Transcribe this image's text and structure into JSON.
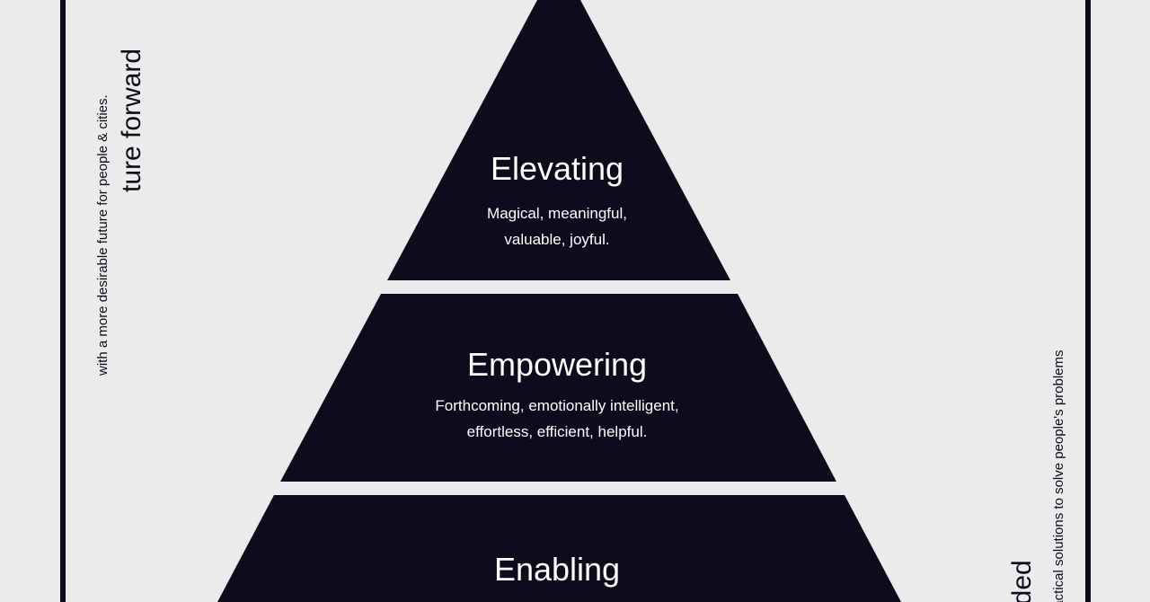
{
  "left_panel": {
    "title": "ture forward",
    "subtitle": "with a more desirable future for people & cities."
  },
  "right_panel": {
    "title": "nded",
    "subtitle": "practical solutions to solve people's problems"
  },
  "pyramid": {
    "fill_color": "#0e0b1c",
    "text_color": "#ffffff",
    "tiers": [
      {
        "title": "Elevating",
        "description": [
          "Magical, meaningful,",
          "valuable, joyful."
        ]
      },
      {
        "title": "Empowering",
        "description": [
          "Forthcoming, emotionally intelligent,",
          "effortless, efficient, helpful."
        ]
      },
      {
        "title": "Enabling",
        "description": []
      }
    ]
  }
}
